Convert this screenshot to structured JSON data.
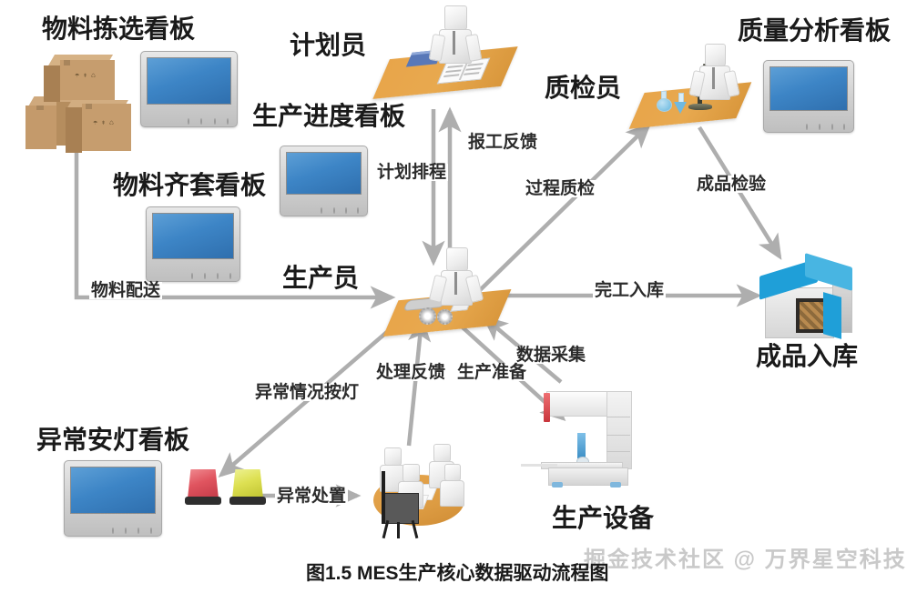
{
  "caption": "图1.5 MES生产核心数据驱动流程图",
  "watermark": "掘金技术社区 @ 万界星空科技",
  "nodes": [
    {
      "id": "material-picking-kanban",
      "label": "物料拣选看板"
    },
    {
      "id": "planner",
      "label": "计划员"
    },
    {
      "id": "quality-analysis-kanban",
      "label": "质量分析看板"
    },
    {
      "id": "production-progress-kanban",
      "label": "生产进度看板"
    },
    {
      "id": "quality-inspector",
      "label": "质检员"
    },
    {
      "id": "material-kitting-kanban",
      "label": "物料齐套看板"
    },
    {
      "id": "producer",
      "label": "生产员"
    },
    {
      "id": "finished-goods-warehouse",
      "label": "成品入库"
    },
    {
      "id": "abnormal-andon-kanban",
      "label": "异常安灯看板"
    },
    {
      "id": "production-equipment",
      "label": "生产设备"
    }
  ],
  "edges": [
    {
      "id": "plan-scheduling",
      "label": "计划排程"
    },
    {
      "id": "work-report-feedback",
      "label": "报工反馈"
    },
    {
      "id": "process-inspection",
      "label": "过程质检"
    },
    {
      "id": "finished-inspection",
      "label": "成品检验"
    },
    {
      "id": "material-delivery",
      "label": "物料配送"
    },
    {
      "id": "completion-warehousing",
      "label": "完工入库"
    },
    {
      "id": "data-collection",
      "label": "数据采集"
    },
    {
      "id": "production-prep",
      "label": "生产准备"
    },
    {
      "id": "abnormal-light-press",
      "label": "异常情况按灯"
    },
    {
      "id": "handling-feedback",
      "label": "处理反馈"
    },
    {
      "id": "abnormal-handling",
      "label": "异常处置"
    }
  ],
  "colors": {
    "arrow": "#aeaeae",
    "screen_blue": "#3d85c6",
    "desk_orange": "#e5a44c",
    "roof_blue": "#1f9fd8",
    "andon_red": "#e05a63",
    "andon_yellow": "#d9e04a",
    "carton": "#c29a6c",
    "text": "#1a1a1a",
    "watermark": "#c9c9c9"
  }
}
